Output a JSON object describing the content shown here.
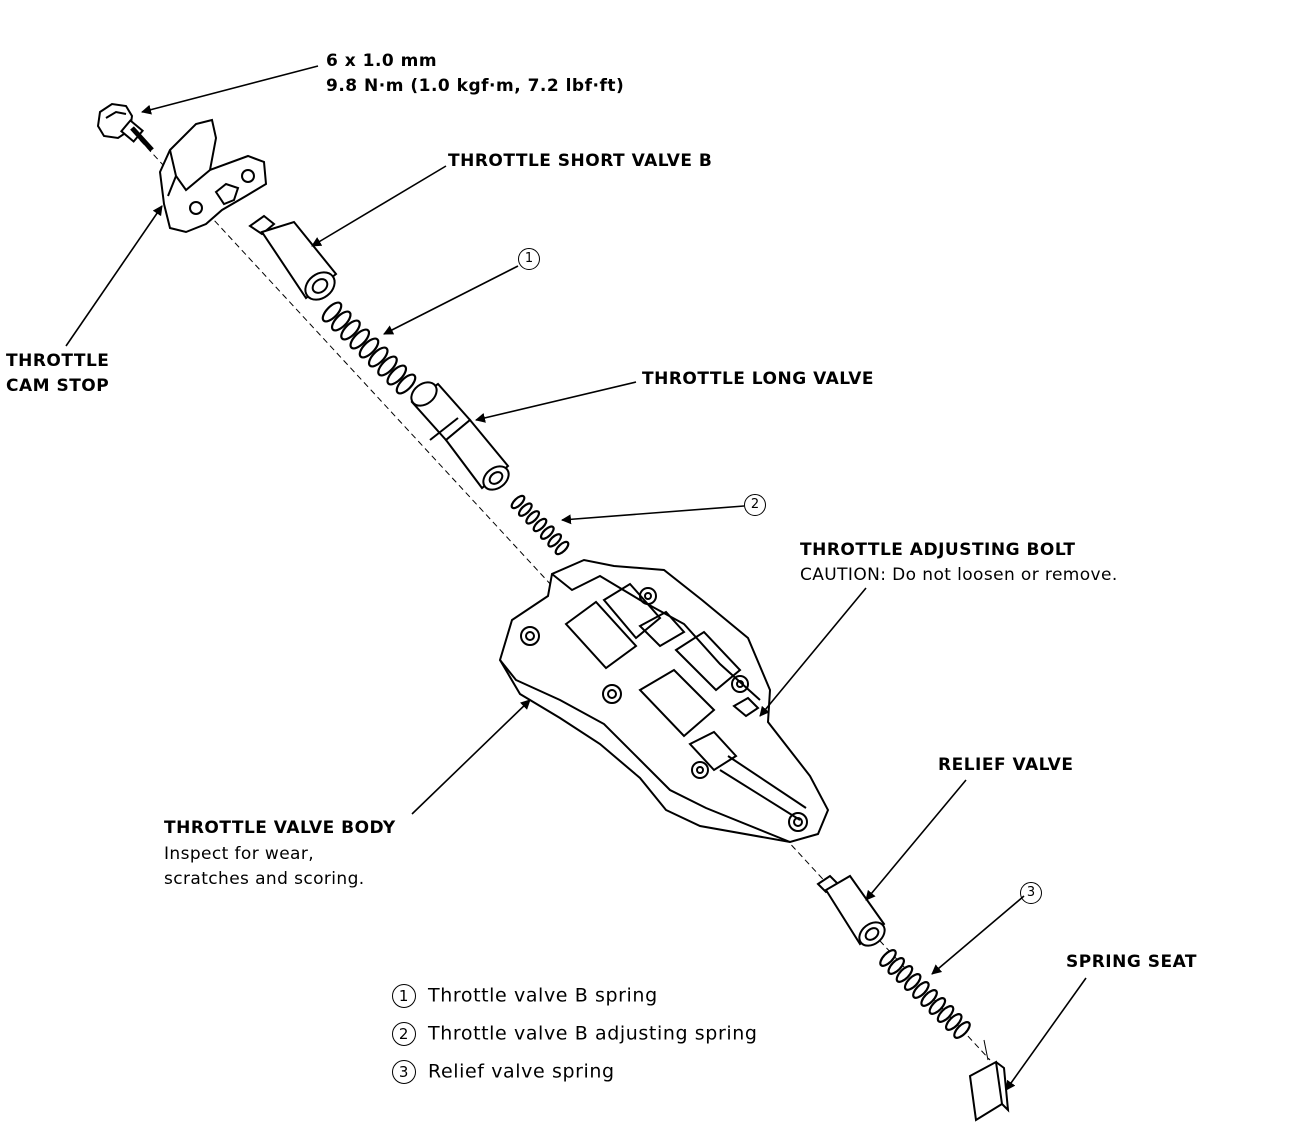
{
  "labels": {
    "bolt_size": "6 x 1.0 mm",
    "bolt_torque": "9.8 N·m (1.0 kgf·m, 7.2 lbf·ft)",
    "short_valve": "THROTTLE SHORT VALVE B",
    "cam_stop_line1": "THROTTLE",
    "cam_stop_line2": "CAM STOP",
    "long_valve": "THROTTLE LONG VALVE",
    "adj_bolt": "THROTTLE ADJUSTING BOLT",
    "adj_bolt_caution": "CAUTION: Do not loosen or remove.",
    "valve_body": "THROTTLE VALVE BODY",
    "valve_body_note1": "Inspect for wear,",
    "valve_body_note2": "scratches and scoring.",
    "relief_valve": "RELIEF VALVE",
    "spring_seat": "SPRING SEAT"
  },
  "callouts": [
    "1",
    "2",
    "3"
  ],
  "legend": [
    {
      "num": "1",
      "text": "Throttle valve B spring"
    },
    {
      "num": "2",
      "text": "Throttle valve B adjusting spring"
    },
    {
      "num": "3",
      "text": "Relief valve spring"
    }
  ]
}
